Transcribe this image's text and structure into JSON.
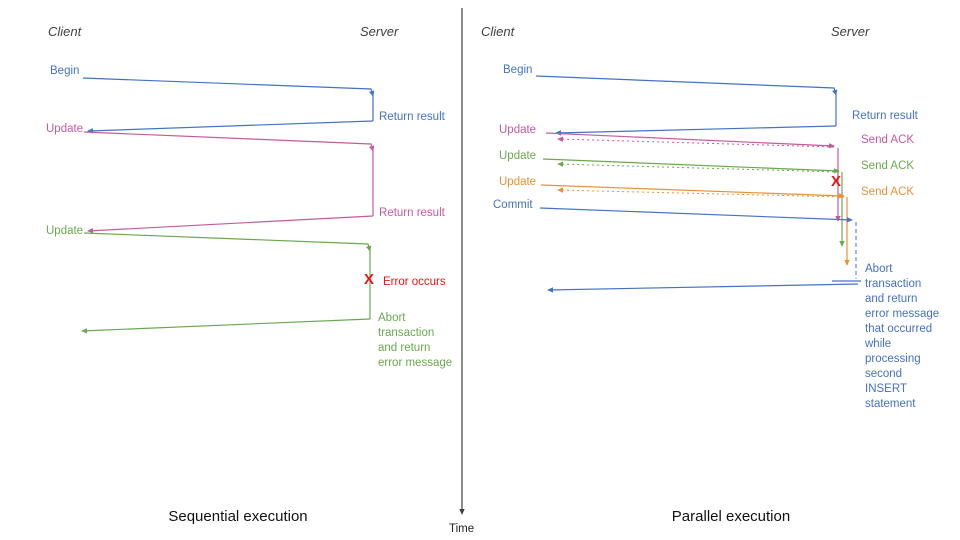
{
  "colors": {
    "blue": "#4472c4",
    "pink": "#c55a9d",
    "green": "#6aa84f",
    "orange": "#e69138",
    "red": "#ee1111",
    "header": "#3f3f3f",
    "axis": "#404040",
    "title": "#111111"
  },
  "axis": {
    "label": "Time"
  },
  "left": {
    "title": "Sequential execution",
    "client_header": "Client",
    "server_header": "Server",
    "begin": "Begin",
    "return_result_1": "Return result",
    "update_1": "Update",
    "return_result_2": "Return result",
    "update_2": "Update",
    "error_mark": "X",
    "error_label": "Error occurs",
    "abort_label": "Abort\ntransaction\nand return\nerror message"
  },
  "right": {
    "title": "Parallel execution",
    "client_header": "Client",
    "server_header": "Server",
    "begin": "Begin",
    "return_result": "Return result",
    "update_1": "Update",
    "send_ack_1": "Send ACK",
    "update_2": "Update",
    "send_ack_2": "Send ACK",
    "update_3": "Update",
    "send_ack_3": "Send ACK",
    "commit": "Commit",
    "error_mark": "X",
    "abort_label": "Abort\ntransaction\nand return\nerror message\nthat occurred\nwhile\nprocessing\nsecond\nINSERT\nstatement"
  }
}
